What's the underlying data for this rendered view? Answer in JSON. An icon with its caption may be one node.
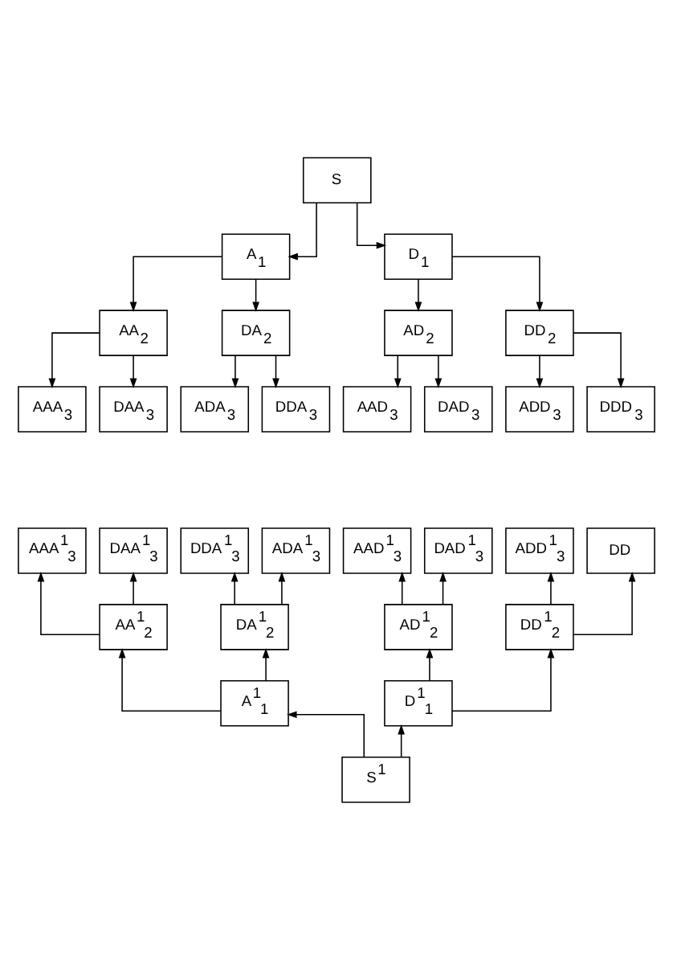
{
  "diagram": {
    "nodes": [
      {
        "text": [
          "S"
        ]
      },
      {
        "text": [
          "A$_{1}$"
        ]
      },
      {
        "text": [
          "D$_{1}$"
        ]
      },
      {
        "text": [
          "AA$_{2}$"
        ]
      },
      {
        "text": [
          "DA$_{2}$"
        ]
      },
      {
        "text": [
          "AD$_{2}$"
        ]
      },
      {
        "text": [
          "DD$_{2}$"
        ]
      },
      {
        "text": [
          "AAA$_{3}$"
        ]
      },
      {
        "text": [
          "DAA$_{3}$"
        ]
      },
      {
        "text": [
          "ADA$_{3}$"
        ]
      },
      {
        "text": [
          "DDA$_{3}$"
        ]
      },
      {
        "text": [
          "AAD$_{3}$"
        ]
      },
      {
        "text": [
          "DAD$_{3}$"
        ]
      },
      {
        "text": [
          "ADD$_{3}$"
        ]
      },
      {
        "text": [
          "DDD$_{3}$"
        ]
      },
      {
        "text": [
          "AAA$^{1}$$_{3}$"
        ]
      },
      {
        "text": [
          "DAA$^{1}$$_{3}$"
        ]
      },
      {
        "text": [
          "ADA$^{1}$$_{3}$"
        ]
      },
      {
        "text": [
          "DDA$^{1}$$_{3}$"
        ]
      },
      {
        "text": [
          "AAD$^{1}$$_{3}$"
        ]
      },
      {
        "text": [
          "DAD$^{1}$$_{3}$"
        ]
      },
      {
        "text": [
          "ADD$^{1}$$_{3}$"
        ]
      },
      {
        "text": [
          "DD"
        ]
      },
      {
        "text": [
          "AA$^{1}$$_{2}$"
        ]
      },
      {
        "text": [
          "DA$^{1}$$_{2}$"
        ]
      },
      {
        "text": [
          "AD$^{1}$$_{2}$"
        ]
      },
      {
        "text": [
          "DD$^{1}$$_{2}$"
        ]
      },
      {
        "text": [
          "A$^{1}$$_{1}$"
        ]
      },
      {
        "text": [
          "D$^{1}$$_{1}$"
        ]
      },
      {
        "text": [
          "S$^{1}$"
        ]
      }
    ],
    "edges": [
      {
        "from": 0,
        "to": 1,
        "arrow": "to"
      },
      {
        "from": 0,
        "to": 2,
        "arrow": "to"
      },
      {
        "from": 1,
        "to": 3,
        "arrow": "to"
      },
      {
        "from": 1,
        "to": 4,
        "arrow": "to"
      },
      {
        "from": 2,
        "to": 5,
        "arrow": "to"
      },
      {
        "from": 2,
        "to": 6,
        "arrow": "to"
      },
      {
        "from": 3,
        "to": 7,
        "arrow": "to"
      },
      {
        "from": 3,
        "to": 8,
        "arrow": "to"
      },
      {
        "from": 4,
        "to": 9,
        "arrow": "to"
      },
      {
        "from": 4,
        "to": 10,
        "arrow": "to"
      },
      {
        "from": 5,
        "to": 11,
        "arrow": "to"
      },
      {
        "from": 5,
        "to": 12,
        "arrow": "to"
      },
      {
        "from": 6,
        "to": 13,
        "arrow": "to"
      },
      {
        "from": 6,
        "to": 14,
        "arrow": "to"
      },
      {
        "from": 29,
        "to": 27,
        "arrow": "to"
      },
      {
        "from": 29,
        "to": 28,
        "arrow": "to"
      },
      {
        "from": 27,
        "to": 23,
        "arrow": "to"
      },
      {
        "from": 27,
        "to": 24,
        "arrow": "to"
      },
      {
        "from": 28,
        "to": 25,
        "arrow": "to"
      },
      {
        "from": 28,
        "to": 26,
        "arrow": "to"
      },
      {
        "from": 23,
        "to": 15,
        "arrow": "to"
      },
      {
        "from": 23,
        "to": 16,
        "arrow": "to"
      },
      {
        "from": 24,
        "to": 17,
        "arrow": "to"
      },
      {
        "from": 24,
        "to": 18,
        "arrow": "to"
      },
      {
        "from": 25,
        "to": 19,
        "arrow": "to"
      },
      {
        "from": 25,
        "to": 20,
        "arrow": "to"
      },
      {
        "from": 26,
        "to": 21,
        "arrow": "to"
      },
      {
        "from": 26,
        "to": 22,
        "arrow": "to"
      }
    ]
  }
}
